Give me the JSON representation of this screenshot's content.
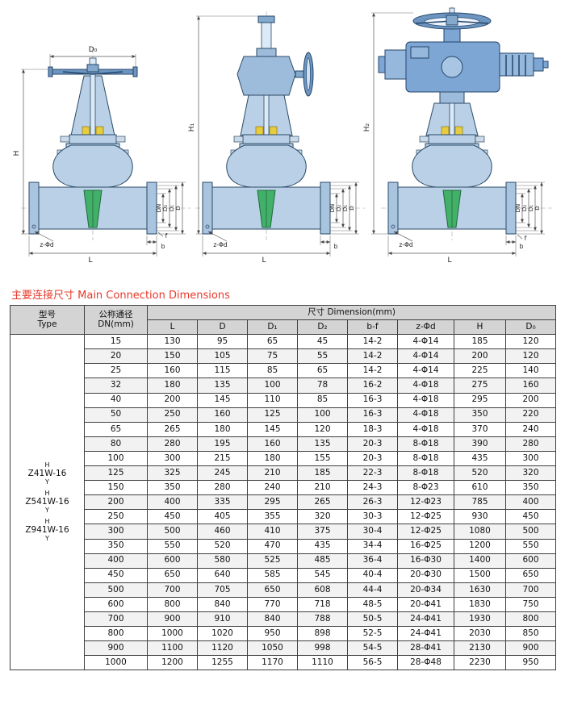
{
  "title": {
    "text": "主要连接尺寸 Main Connection Dimensions"
  },
  "drawings": {
    "valve_manual": {
      "d0": "D₀",
      "h": "H",
      "dn": "DN",
      "d2": "D₂",
      "d1": "D₁",
      "d": "D",
      "z_phi_d": "z-Φd",
      "l": "L",
      "b": "b",
      "f": "f"
    },
    "valve_gear": {
      "h1": "H₁",
      "dn": "DN",
      "d2": "D₂",
      "d1": "D₁",
      "d": "D",
      "z_phi_d": "z-Φd",
      "l": "L",
      "b": "b"
    },
    "valve_electric": {
      "h2": "H₂",
      "dn": "DN",
      "d2": "D₂",
      "d1": "D₁",
      "d": "D",
      "z_phi_d": "z-Φd",
      "l": "L",
      "b": "b",
      "f": "f"
    }
  },
  "table": {
    "header": {
      "type_zh": "型号",
      "type_en": "Type",
      "dn_zh": "公称通径",
      "dn_en": "DN(mm)",
      "dimension": "尺寸 Dimension(mm)",
      "cols": [
        "L",
        "D",
        "D₁",
        "D₂",
        "b-f",
        "z-Φd",
        "H",
        "D₀"
      ]
    },
    "types": [
      {
        "top": "H",
        "main": "Z41W-16",
        "bottom": "Y"
      },
      {
        "top": "H",
        "main": "Z541W-16",
        "bottom": "Y"
      },
      {
        "top": "H",
        "main": "Z941W-16",
        "bottom": "Y"
      }
    ],
    "rows": [
      [
        "15",
        "130",
        "95",
        "65",
        "45",
        "14-2",
        "4-Φ14",
        "185",
        "120"
      ],
      [
        "20",
        "150",
        "105",
        "75",
        "55",
        "14-2",
        "4-Φ14",
        "200",
        "120"
      ],
      [
        "25",
        "160",
        "115",
        "85",
        "65",
        "14-2",
        "4-Φ14",
        "225",
        "140"
      ],
      [
        "32",
        "180",
        "135",
        "100",
        "78",
        "16-2",
        "4-Φ18",
        "275",
        "160"
      ],
      [
        "40",
        "200",
        "145",
        "110",
        "85",
        "16-3",
        "4-Φ18",
        "295",
        "200"
      ],
      [
        "50",
        "250",
        "160",
        "125",
        "100",
        "16-3",
        "4-Φ18",
        "350",
        "220"
      ],
      [
        "65",
        "265",
        "180",
        "145",
        "120",
        "18-3",
        "4-Φ18",
        "370",
        "240"
      ],
      [
        "80",
        "280",
        "195",
        "160",
        "135",
        "20-3",
        "8-Φ18",
        "390",
        "280"
      ],
      [
        "100",
        "300",
        "215",
        "180",
        "155",
        "20-3",
        "8-Φ18",
        "435",
        "300"
      ],
      [
        "125",
        "325",
        "245",
        "210",
        "185",
        "22-3",
        "8-Φ18",
        "520",
        "320"
      ],
      [
        "150",
        "350",
        "280",
        "240",
        "210",
        "24-3",
        "8-Φ23",
        "610",
        "350"
      ],
      [
        "200",
        "400",
        "335",
        "295",
        "265",
        "26-3",
        "12-Φ23",
        "785",
        "400"
      ],
      [
        "250",
        "450",
        "405",
        "355",
        "320",
        "30-3",
        "12-Φ25",
        "930",
        "450"
      ],
      [
        "300",
        "500",
        "460",
        "410",
        "375",
        "30-4",
        "12-Φ25",
        "1080",
        "500"
      ],
      [
        "350",
        "550",
        "520",
        "470",
        "435",
        "34-4",
        "16-Φ25",
        "1200",
        "550"
      ],
      [
        "400",
        "600",
        "580",
        "525",
        "485",
        "36-4",
        "16-Φ30",
        "1400",
        "600"
      ],
      [
        "450",
        "650",
        "640",
        "585",
        "545",
        "40-4",
        "20-Φ30",
        "1500",
        "650"
      ],
      [
        "500",
        "700",
        "705",
        "650",
        "608",
        "44-4",
        "20-Φ34",
        "1630",
        "700"
      ],
      [
        "600",
        "800",
        "840",
        "770",
        "718",
        "48-5",
        "20-Φ41",
        "1830",
        "750"
      ],
      [
        "700",
        "900",
        "910",
        "840",
        "788",
        "50-5",
        "24-Φ41",
        "1930",
        "800"
      ],
      [
        "800",
        "1000",
        "1020",
        "950",
        "898",
        "52-5",
        "24-Φ41",
        "2030",
        "850"
      ],
      [
        "900",
        "1100",
        "1120",
        "1050",
        "998",
        "54-5",
        "28-Φ41",
        "2130",
        "900"
      ],
      [
        "1000",
        "1200",
        "1255",
        "1170",
        "1110",
        "56-5",
        "28-Φ48",
        "2230",
        "950"
      ]
    ]
  }
}
